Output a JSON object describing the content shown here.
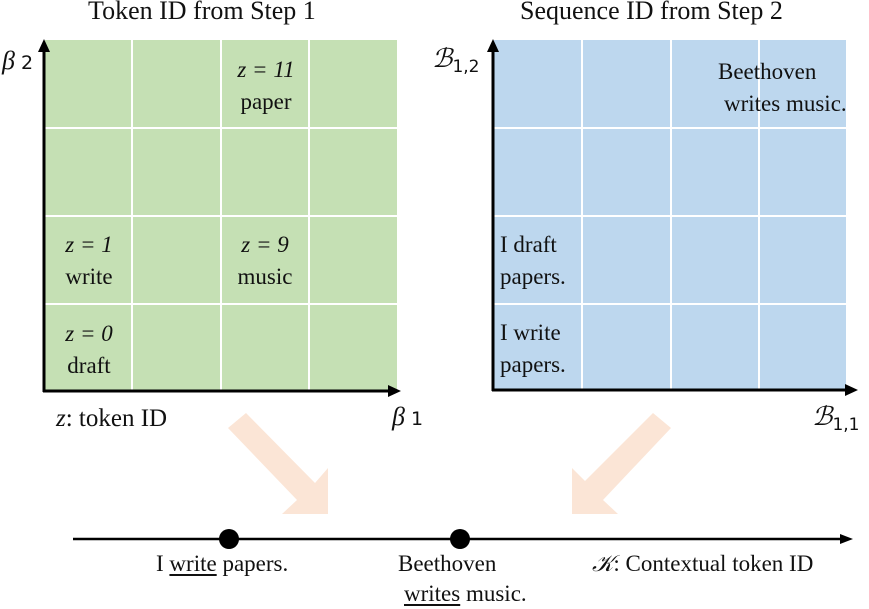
{
  "colors": {
    "token_grid_fill": "#c5e0b4",
    "sequence_grid_fill": "#bdd7ee",
    "grid_line": "#ffffff",
    "arrow_fill": "#fbe5d6",
    "axis": "#000000"
  },
  "left_panel": {
    "title": "Token ID from Step 1",
    "y_axis_label": "β",
    "y_axis_sub": "2",
    "x_axis_label": "β",
    "x_axis_sub": "1",
    "legend_var": "z",
    "legend_text": ": token ID",
    "cells": [
      {
        "col": 3,
        "row": 4,
        "id": "z = 11",
        "word": "paper"
      },
      {
        "col": 1,
        "row": 2,
        "id": "z = 1",
        "word": "write"
      },
      {
        "col": 3,
        "row": 2,
        "id": "z = 9",
        "word": "music"
      },
      {
        "col": 1,
        "row": 1,
        "id": "z = 0",
        "word": "draft"
      }
    ]
  },
  "right_panel": {
    "title": "Sequence ID from Step 2",
    "y_axis_label": "ℬ",
    "y_axis_sub": "1,2",
    "x_axis_label": "ℬ",
    "x_axis_sub": "1,1",
    "cells": [
      {
        "col": 4,
        "row": 4,
        "line1": "Beethoven",
        "line2": "writes music."
      },
      {
        "col": 1,
        "row": 2,
        "line1": "I draft",
        "line2": "papers."
      },
      {
        "col": 1,
        "row": 1,
        "line1": "I write",
        "line2": "papers."
      }
    ]
  },
  "timeline": {
    "axis_var": "𝒦",
    "axis_text": ": Contextual token ID",
    "points": [
      {
        "pre": "I ",
        "underlined": "write",
        "post": " papers.",
        "line2": null
      },
      {
        "pre": "Beethoven",
        "underlined": "writes",
        "post": " music.",
        "line2": true
      }
    ]
  }
}
